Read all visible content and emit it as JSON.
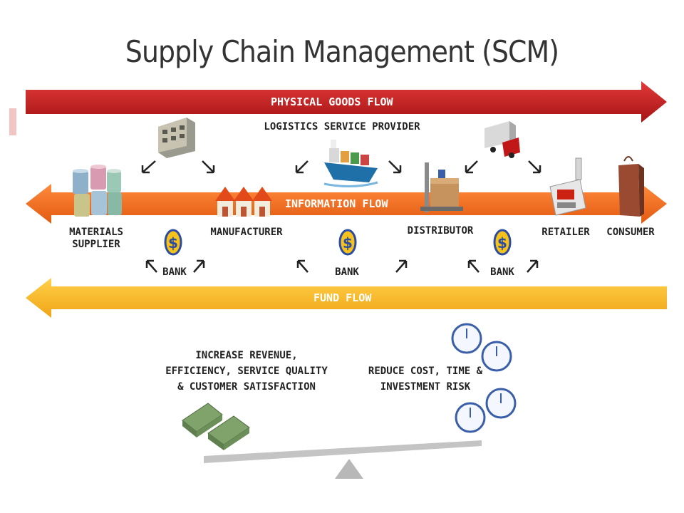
{
  "title": "Supply Chain Management (SCM)",
  "flows": {
    "physical": "PHYSICAL GOODS FLOW",
    "information": "INFORMATION FLOW",
    "fund": "FUND FLOW"
  },
  "logistics": "LOGISTICS SERVICE PROVIDER",
  "nodes": {
    "materials_supplier": "MATERIALS\nSUPPLIER",
    "manufacturer": "MANUFACTURER",
    "distributor": "DISTRIBUTOR",
    "retailer": "RETAILER",
    "consumer": "CONSUMER"
  },
  "banks": [
    "BANK",
    "BANK",
    "BANK"
  ],
  "benefits": {
    "left": "INCREASE REVENUE,\nEFFICIENCY, SERVICE QUALITY\n& CUSTOMER SATISFACTION",
    "right": "REDUCE COST, TIME &\nINVESTMENT RISK"
  },
  "colors": {
    "physical": "#c41e1e",
    "information": "#f26a1b",
    "fund": "#f7b21c"
  }
}
